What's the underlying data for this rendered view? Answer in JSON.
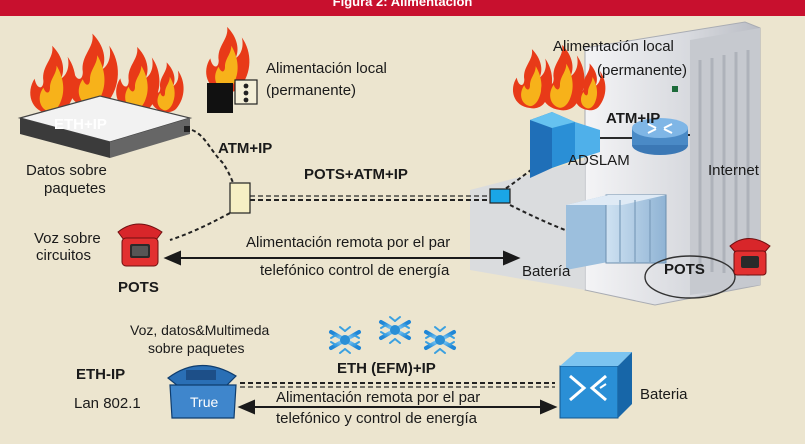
{
  "banner": {
    "title": "Figura 2: Alimentación"
  },
  "labels": {
    "local_power_left": "Alimentación local",
    "local_power_left_2": "(permanente)",
    "local_power_right": "Alimentación local",
    "local_power_right_2": "(permanente)",
    "eth_ip_box": "ETH+IP",
    "packet_data_1": "Datos sobre",
    "packet_data_2": "paquetes",
    "atm_ip_left": "ATM+IP",
    "atm_ip_right": "ATM+IP",
    "pots_atm_ip": "POTS+ATM+IP",
    "adslam": "ADSLAM",
    "internet": "Internet",
    "voice_circuits_1": "Voz sobre",
    "voice_circuits_2": "circuitos",
    "remote_power_top_1": "Alimentación remota por el par",
    "remote_power_top_2": "telefónico control de energía",
    "pots_left": "POTS",
    "battery_top": "Batería",
    "pots_right": "POTS",
    "multimedia_1": "Voz, datos&Multimeda",
    "multimedia_2": "sobre paquetes",
    "eth_ip_bottom": "ETH-IP",
    "lan": "Lan 802.1",
    "eth_efm_ip": "ETH (EFM)+IP",
    "phone_true": "True",
    "remote_power_bottom_1": "Alimentación remota por el par",
    "remote_power_bottom_2": "telefónico y control de energía",
    "battery_bottom": "Bateria"
  },
  "colors": {
    "banner": "#c8102e",
    "background": "#ece5cf",
    "adslam": "#2a8fd6",
    "snowflake": "#3aa0e0",
    "fire": "#e83a18",
    "phone_red": "#d8262a",
    "phone_blue": "#2a6fb5"
  }
}
